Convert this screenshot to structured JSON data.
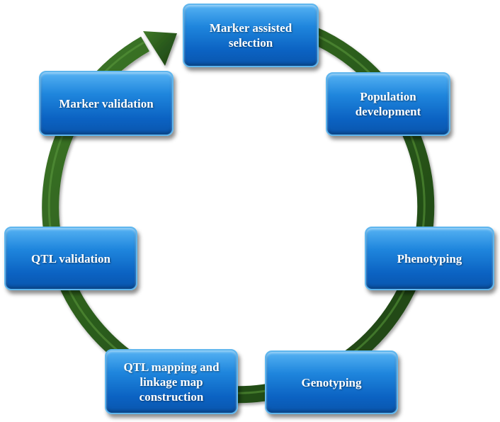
{
  "diagram": {
    "type": "cycle",
    "arrow_color": "#2f5e1e",
    "box_color": "#1478d8",
    "text_color": "#ffffff",
    "steps": [
      {
        "id": "mas",
        "label": "Marker assisted\nselection"
      },
      {
        "id": "popdev",
        "label": "Population\ndevelopment"
      },
      {
        "id": "pheno",
        "label": "Phenotyping"
      },
      {
        "id": "geno",
        "label": "Genotyping"
      },
      {
        "id": "qtlmap",
        "label": "QTL mapping  and\nlinkage map\nconstruction"
      },
      {
        "id": "qtlval",
        "label": "QTL validation"
      },
      {
        "id": "markval",
        "label": "Marker validation"
      }
    ]
  }
}
